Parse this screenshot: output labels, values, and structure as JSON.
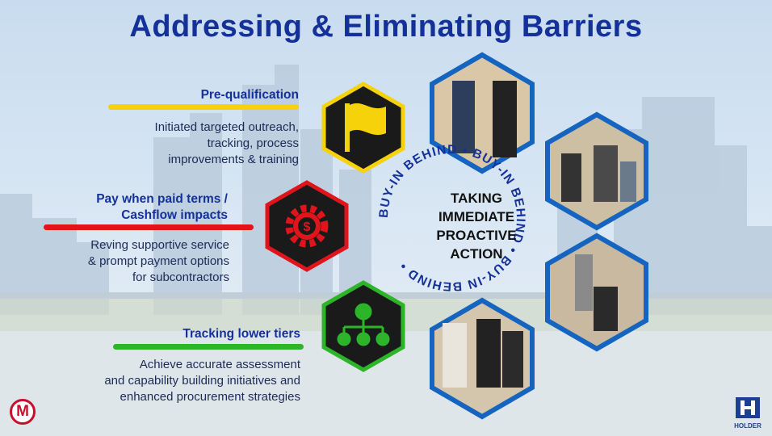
{
  "title": "Addressing & Eliminating Barriers",
  "items": [
    {
      "heading": "Pre-qualification",
      "lines": [
        "Initiated targeted outreach,",
        "tracking, process",
        "improvements & training"
      ],
      "color": "#f5d20a",
      "icon": "flag-icon"
    },
    {
      "heading_lines": [
        "Pay when paid terms /",
        "Cashflow impacts"
      ],
      "lines": [
        "Reving supportive service",
        "& prompt payment options",
        "for subcontractors"
      ],
      "color": "#e0141b",
      "icon": "dollar-gear-icon"
    },
    {
      "heading": "Tracking lower tiers",
      "lines": [
        "Achieve accurate assessment",
        "and  capability building initiatives and",
        "enhanced procurement strategies"
      ],
      "color": "#2db52a",
      "icon": "hierarchy-icon"
    }
  ],
  "center": {
    "lines": [
      "TAKING",
      "IMMEDIATE",
      "PROACTIVE",
      "ACTION"
    ],
    "ring_text": "BUY-IN BEHIND • BUY-IN BEHIND • BUY-IN BEHIND •"
  },
  "logos": {
    "left": "M",
    "right": "HOLDER"
  },
  "colors": {
    "title": "#14319a",
    "hex_photo_border": "#1565c0",
    "hex_icon_fill": "#1a1a1a"
  }
}
